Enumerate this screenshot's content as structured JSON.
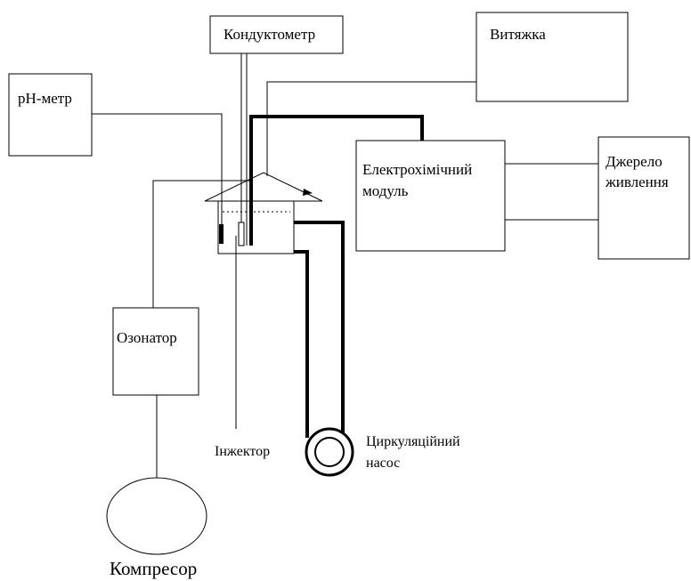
{
  "labels": {
    "conductometer": "Кондуктометр",
    "hood": "Витяжка",
    "ph_meter": "pH-метр",
    "electrochem_line1": "Електрохімічний",
    "electrochem_line2": "модуль",
    "power_line1": "Джерело",
    "power_line2": "живлення",
    "ozonator": "Озонатор",
    "injector": "Інжектор",
    "pump_line1": "Циркуляційний",
    "pump_line2": "насос",
    "compressor": "Компресор"
  }
}
